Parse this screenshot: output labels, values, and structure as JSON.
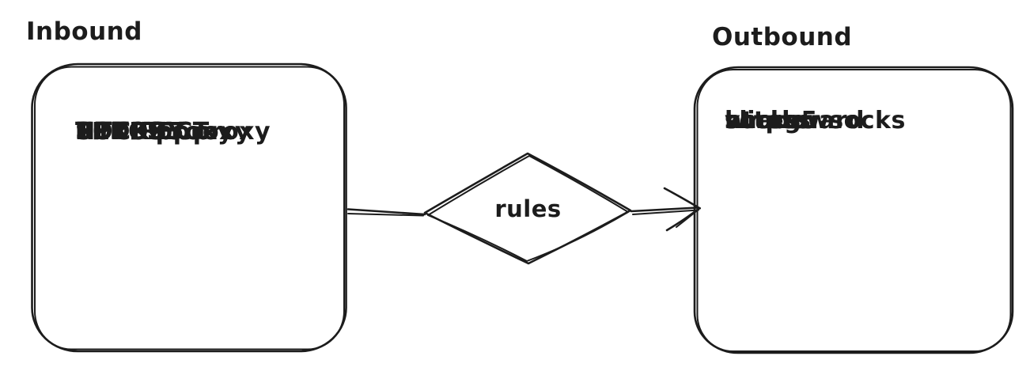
{
  "diagram": {
    "colors": {
      "ink": "#1c1c1c",
      "background": "#ffffff"
    },
    "inbound": {
      "label": "Inbound",
      "items": [
        "HTTP proxy",
        "HTTPS proxy",
        "SOCKS5 proxy",
        "TPROXY",
        "REDIRECT"
      ]
    },
    "decision": {
      "label": "rules"
    },
    "outbound": {
      "label": "Outbound",
      "items": [
        "shadowsocks",
        "wireguard",
        "vmess",
        "socks5",
        "http",
        "..."
      ]
    }
  }
}
